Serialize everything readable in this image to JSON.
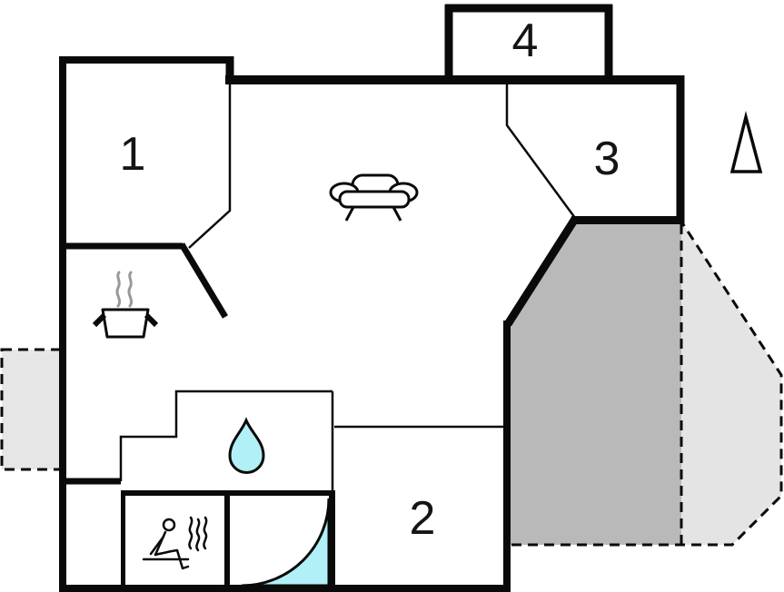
{
  "floorplan": {
    "room_labels": {
      "room1": "1",
      "room2": "2",
      "room3": "3",
      "room4": "4"
    },
    "icons": [
      "sofa-icon",
      "cooking-pot-icon",
      "water-drop-icon",
      "sauna-person-icon",
      "shower-quarter-icon",
      "north-arrow-icon"
    ],
    "colors": {
      "wall": "#0a0a0a",
      "terrace_dark": "#b9b9b9",
      "terrace_light": "#e4e4e4",
      "patio_left": "#e6e6e6",
      "water": "#b2f0f7",
      "steam": "#999999",
      "background": "#ffffff",
      "room_fill": "#ffffff"
    }
  }
}
